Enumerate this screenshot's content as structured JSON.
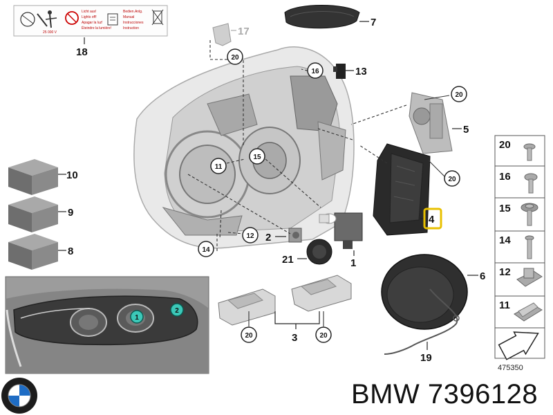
{
  "labels": {
    "l1": "1",
    "l2": "2",
    "l3": "3",
    "l4": "4",
    "l5": "5",
    "l6": "6",
    "l7": "7",
    "l8": "8",
    "l9": "9",
    "l10": "10",
    "l13": "13",
    "l17": "17",
    "l18": "18",
    "l19": "19",
    "l21": "21"
  },
  "callouts": {
    "c11": "11",
    "c12": "12",
    "c14": "14",
    "c15": "15",
    "c16": "16",
    "c20a": "20",
    "c20b": "20",
    "c20c": "20",
    "c20d": "20",
    "c20e": "20"
  },
  "inset_markers": {
    "m1": "1",
    "m2": "2"
  },
  "hardware": [
    "20",
    "16",
    "15",
    "14",
    "12",
    "11"
  ],
  "warning_label": {
    "col1": [
      "Licht aus!",
      "Lights off!",
      "Apagar la luz!",
      "Éteindre la lumière!"
    ],
    "col2": [
      "Bedien.Anlg.",
      "Manual",
      "Instrucciones",
      "Instruction"
    ],
    "voltage": "25 000 V"
  },
  "catalog_number": "475350",
  "brand_title": "BMW 7396128",
  "colors": {
    "highlight": "#e8c000",
    "inset_marker": "#3cc8b8",
    "callout_ring": "#222222"
  }
}
